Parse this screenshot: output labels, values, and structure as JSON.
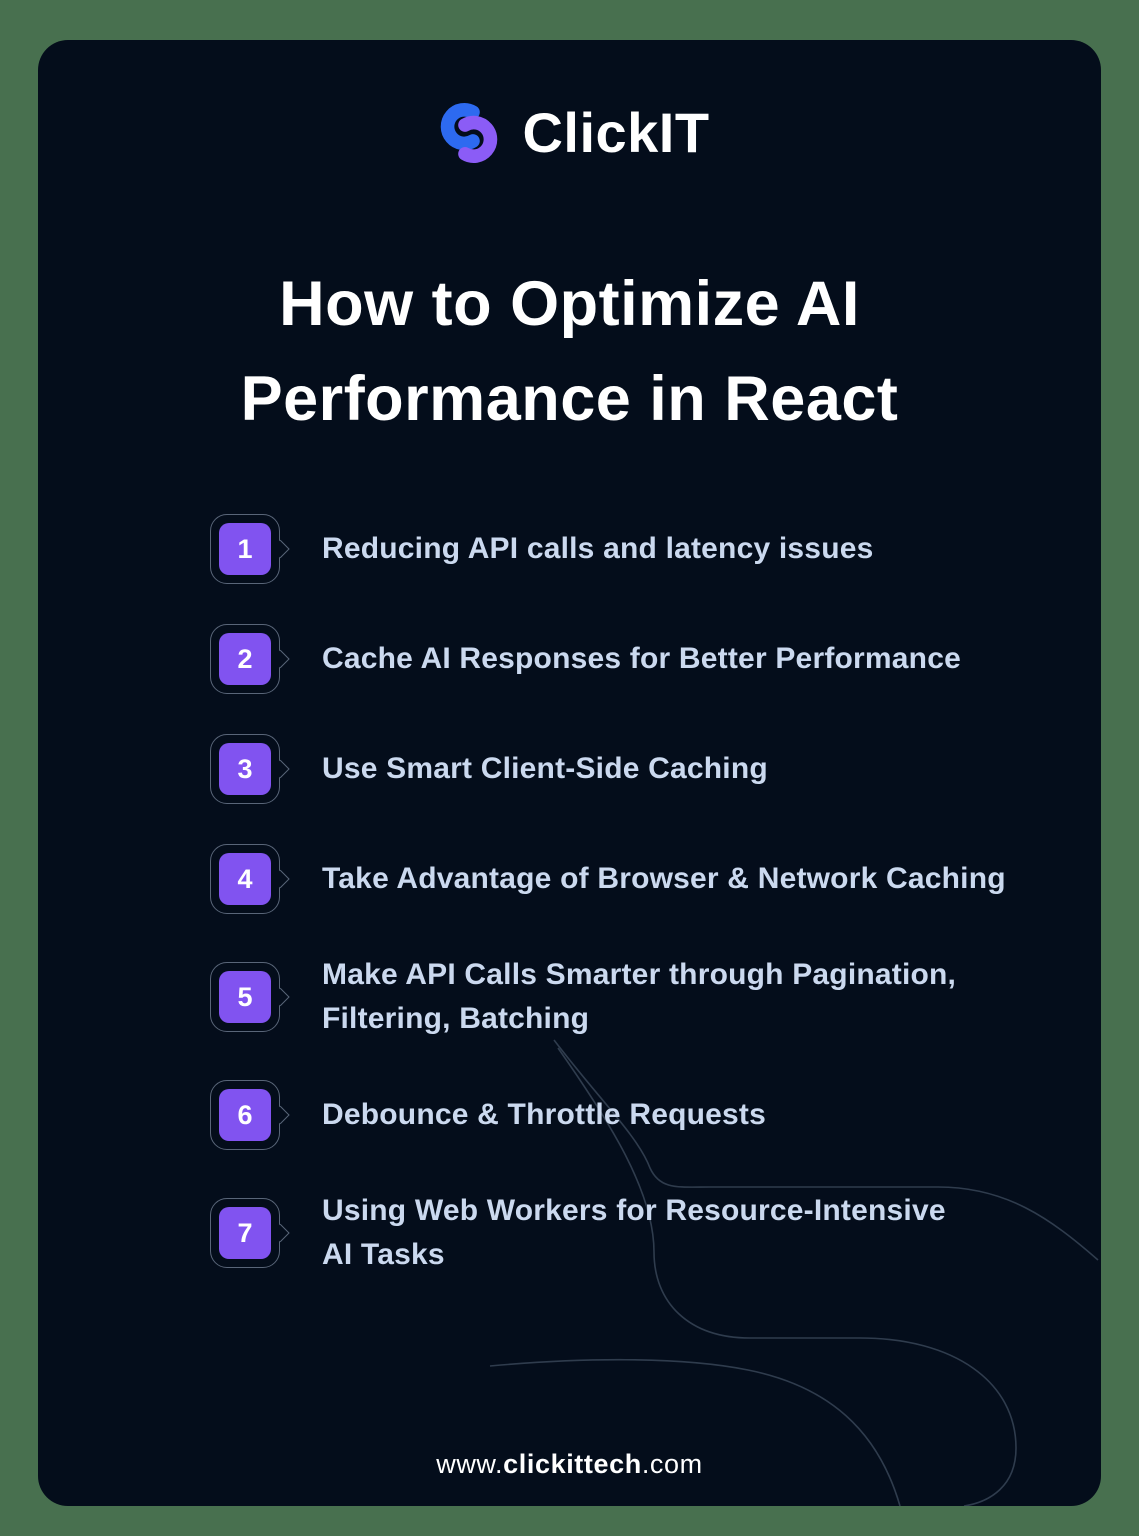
{
  "colors": {
    "page_bg": "#48704f",
    "card_bg": "#040d1b",
    "accent_purple": "#8153f0",
    "item_text": "#cbd9ef",
    "title_text": "#ffffff",
    "logo_blue": "#2d6af0",
    "logo_purple": "#8b5cf6",
    "outline": "rgba(174,190,214,0.5)",
    "deco_line": "rgba(148,170,197,0.3)"
  },
  "logo": {
    "brand": "ClickIT",
    "icon": "clickit-chain-link-icon"
  },
  "title": {
    "line1": "How to Optimize AI",
    "line2": "Performance in React"
  },
  "list": {
    "items": [
      {
        "number": "1",
        "line1": "Reducing API calls and latency issues",
        "line2": ""
      },
      {
        "number": "2",
        "line1": "Cache AI Responses for Better Performance",
        "line2": ""
      },
      {
        "number": "3",
        "line1": "Use Smart Client-Side Caching",
        "line2": ""
      },
      {
        "number": "4",
        "line1": "Take Advantage of Browser & Network Caching",
        "line2": ""
      },
      {
        "number": "5",
        "line1": "Make API Calls Smarter through Pagination,",
        "line2": "Filtering, Batching"
      },
      {
        "number": "6",
        "line1": "Debounce & Throttle Requests",
        "line2": ""
      },
      {
        "number": "7",
        "line1": "Using Web Workers for Resource-Intensive",
        "line2": "AI Tasks"
      }
    ]
  },
  "footer": {
    "url_prefix": "www.",
    "url_bold": "clickittech",
    "url_suffix": ".com"
  }
}
